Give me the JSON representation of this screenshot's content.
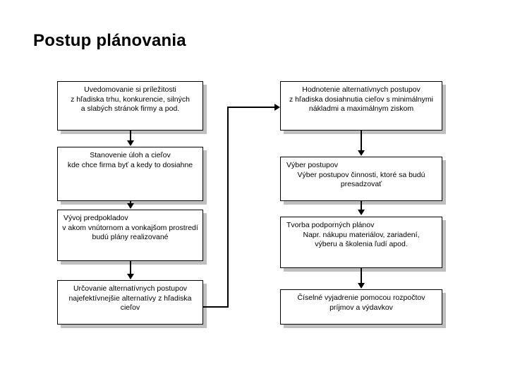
{
  "slide": {
    "title": "Postup plánovania",
    "background_color": "#ffffff",
    "box_fill_color": "#ffffff",
    "box_border_color": "#000000",
    "shadow_color": "#bfbfbf",
    "connector_color": "#000000"
  },
  "left_column": [
    {
      "id": "uvedomovanie",
      "lines": [
        "Uvedomovanie si príležitosti",
        "z hľadiska trhu, konkurencie, silných",
        "a slabých stránok firmy a pod."
      ]
    },
    {
      "id": "stanovenie",
      "lines": [
        "Stanovenie úloh a cieľov",
        "kde chce firma byť a kedy to dosiahne"
      ]
    },
    {
      "id": "vyvoj",
      "lines": [
        "Vývoj predpokladov",
        "v akom vnútornom a vonkajšom prostredí",
        "budú plány realizované"
      ]
    },
    {
      "id": "urcovanie",
      "lines": [
        "Určovanie alternatívnych postupov",
        "najefektívnejšie alternatívy z hľadiska",
        "cieľov"
      ]
    }
  ],
  "right_column": [
    {
      "id": "hodnotenie",
      "lines": [
        "Hodnotenie alternatívnych postupov",
        "z hľadiska dosiahnutia cieľov s minimálnymi",
        "nákladmi a maximálnym ziskom"
      ]
    },
    {
      "id": "vyber",
      "lines": [
        "Výber postupov",
        "Výber postupov činnosti, ktoré sa budú",
        "presadzovať"
      ]
    },
    {
      "id": "tvorba",
      "lines": [
        "Tvorba podporných plánov",
        "Napr. nákupu materiálov, zariadení,",
        "výberu a školenia ľudí apod."
      ]
    },
    {
      "id": "ciselne",
      "lines": [
        "Číselné vyjadrenie pomocou rozpočtov",
        "príjmov a výdavkov"
      ]
    }
  ]
}
